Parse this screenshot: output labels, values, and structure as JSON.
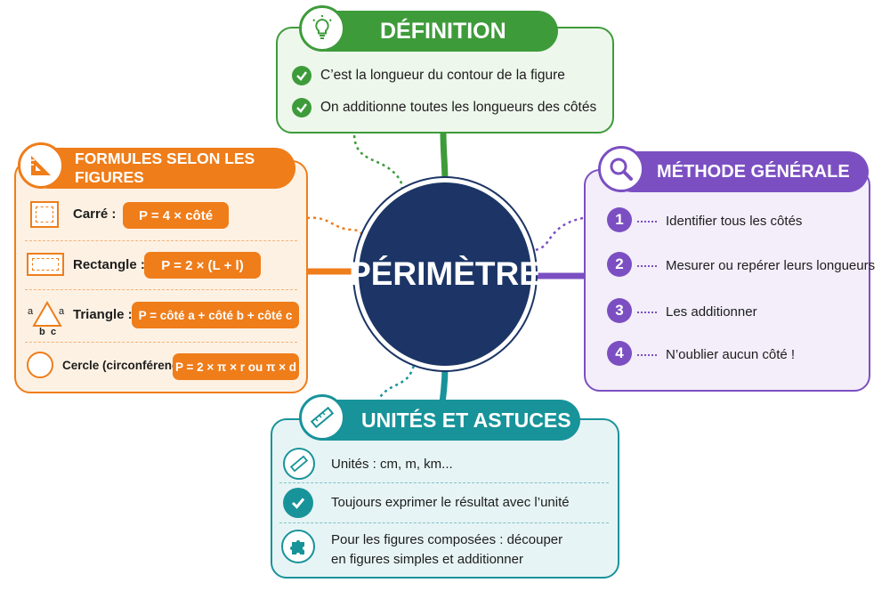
{
  "center": {
    "title": "PÉRIMÈTRE"
  },
  "definition": {
    "title": "DÉFINITION",
    "icon": "lightbulb-icon",
    "items": [
      "C’est la longueur du contour de la figure",
      "On additionne toutes les longueurs des côtés"
    ]
  },
  "formules": {
    "title": "FORMULES SELON LES FIGURES",
    "icon": "set-square-icon",
    "rows": [
      {
        "label": "Carré :",
        "formula": "P = 4 × côté",
        "shape": "square-icon"
      },
      {
        "label": "Rectangle :",
        "formula": "P = 2 × (L + l)",
        "shape": "rectangle-icon"
      },
      {
        "label": "Triangle :",
        "formula": "P = côté a + côté b + côté c",
        "shape": "triangle-icon",
        "tri_a1": "a",
        "tri_a2": "a",
        "tri_b": "b",
        "tri_c": "c"
      },
      {
        "label": "Cercle (circonférence) :",
        "formula": "P = 2 × π × r  ou  π × d",
        "shape": "circle-icon"
      }
    ]
  },
  "methode": {
    "title": "MÉTHODE GÉNÉRALE",
    "icon": "magnifier-icon",
    "steps": [
      {
        "n": "1",
        "text": "Identifier tous les côtés"
      },
      {
        "n": "2",
        "text": "Mesurer ou repérer leurs longueurs"
      },
      {
        "n": "3",
        "text": "Les additionner"
      },
      {
        "n": "4",
        "text": "N’oublier aucun côté !"
      }
    ]
  },
  "unites": {
    "title": "UNITÉS ET ASTUCES",
    "icon": "ruler-icon",
    "items": [
      {
        "icon": "ruler-icon",
        "line1": "Unités : cm, m, km...",
        "line2": ""
      },
      {
        "icon": "checkmark-icon",
        "line1": "Toujours exprimer le résultat avec l’unité",
        "line2": ""
      },
      {
        "icon": "puzzle-icon",
        "line1": "Pour les figures composées : découper",
        "line2": "en figures simples et additionner"
      }
    ]
  },
  "colors": {
    "green": "#3e9b3a",
    "orange": "#ef7d1a",
    "purple": "#7b4fc2",
    "teal": "#18939a",
    "navy": "#1c3566"
  }
}
